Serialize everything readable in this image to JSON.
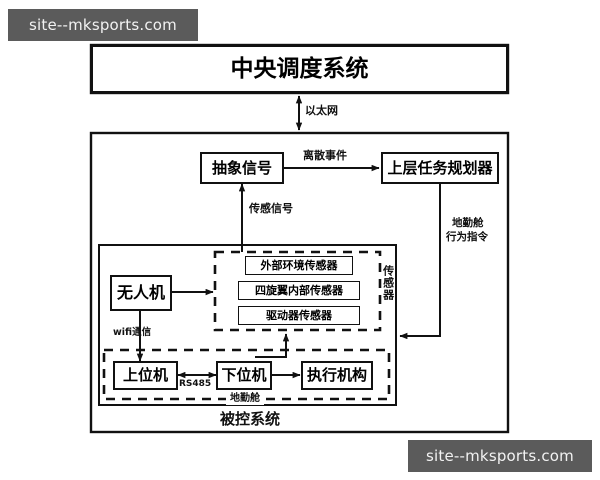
{
  "watermarks": {
    "top": "site--mksports.com",
    "bottom": "site--mksports.com"
  },
  "diagram": {
    "title_box": "中央调度系统",
    "ethernet_link_label": "以太网",
    "nodes": {
      "abstract_signal": "抽象信号",
      "upper_task_planner": "上层任务规划器",
      "uav": "无人机",
      "external_env_sensor": "外部环境传感器",
      "quadrotor_internal_sensor": "四旋翼内部传感器",
      "actuator_sensor": "驱动器传感器",
      "host_computer": "上位机",
      "slave_computer": "下位机",
      "actuator_mechanism": "执行机构"
    },
    "group_labels": {
      "sensor_group": "传感器",
      "ground_cabin_upper": "地勤舱",
      "ground_cabin_lower": "地勤舱",
      "controlled_system": "被控系统"
    },
    "edge_labels": {
      "discrete_event": "离散事件",
      "sensing_signal": "传感信号",
      "ground_cabin_command": "地勤舱\n行为指令",
      "ground_cabin_command_line1": "地勤舱",
      "ground_cabin_command_line2": "行为指令",
      "wifi_comm": "wifi通信",
      "rs485": "RS485"
    },
    "colors": {
      "stroke": "#111111",
      "background": "#ffffff",
      "watermark_bg": "#5b5b5b",
      "watermark_text": "#f2f2f2"
    }
  }
}
